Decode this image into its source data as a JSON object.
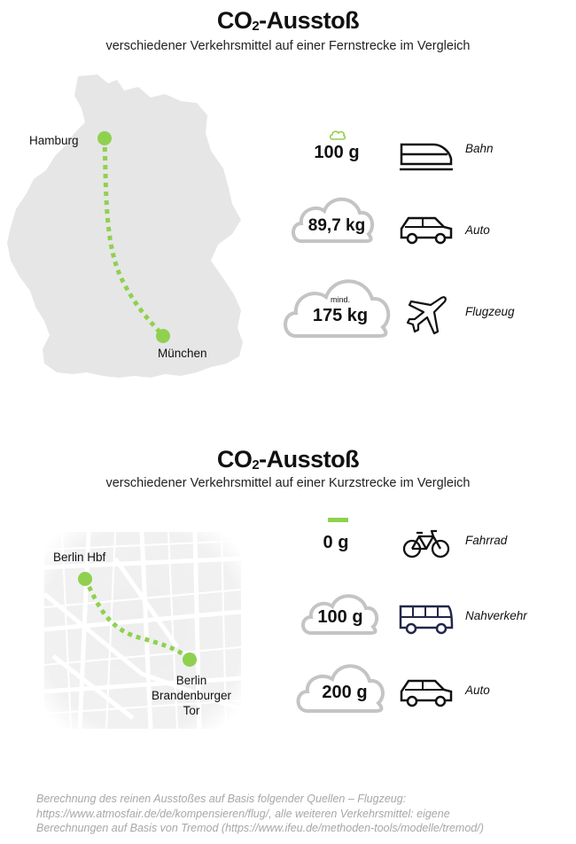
{
  "section_long": {
    "title_main": "CO",
    "title_sub": "2",
    "title_rest": "-Ausstoß",
    "subtitle": "verschiedener Verkehrsmittel auf einer Fernstrecke im Vergleich",
    "start_city": "Hamburg",
    "end_city": "München",
    "rows": [
      {
        "value": "100 g",
        "mode": "Bahn",
        "icon": "train-icon"
      },
      {
        "value": "89,7 kg",
        "mode": "Auto",
        "icon": "car-icon"
      },
      {
        "prefix": "mind.",
        "value": "175 kg",
        "mode": "Flugzeug",
        "icon": "airplane-icon"
      }
    ]
  },
  "section_short": {
    "title_main": "CO",
    "title_sub": "2",
    "title_rest": "-Ausstoß",
    "subtitle": "verschiedener Verkehrsmittel auf einer Kurzstrecke im Vergleich",
    "start_city": "Berlin Hbf",
    "end_city_line1": "Berlin",
    "end_city_line2": "Brandenburger",
    "end_city_line3": "Tor",
    "rows": [
      {
        "value": "0 g",
        "mode": "Fahrrad",
        "icon": "bicycle-icon"
      },
      {
        "value": "100 g",
        "mode": "Nahverkehr",
        "icon": "bus-icon"
      },
      {
        "value": "200 g",
        "mode": "Auto",
        "icon": "car-icon"
      }
    ]
  },
  "footnote": {
    "line1": "Berechnung des reinen Ausstoßes auf Basis folgender Quellen – Flugzeug:",
    "line2": "https://www.atmosfair.de/de/kompensieren/flug/, alle weiteren Verkehrsmittel: eigene",
    "line3": "Berechnungen auf Basis von Tremod (https://www.ifeu.de/methoden-tools/modelle/tremod/)"
  },
  "colors": {
    "accent_green": "#8fd14f",
    "map_gray": "#e6e6e6",
    "cloud_gray": "#c4c4c4",
    "bus_navy": "#22274a",
    "footnote_gray": "#a7a7a7"
  }
}
